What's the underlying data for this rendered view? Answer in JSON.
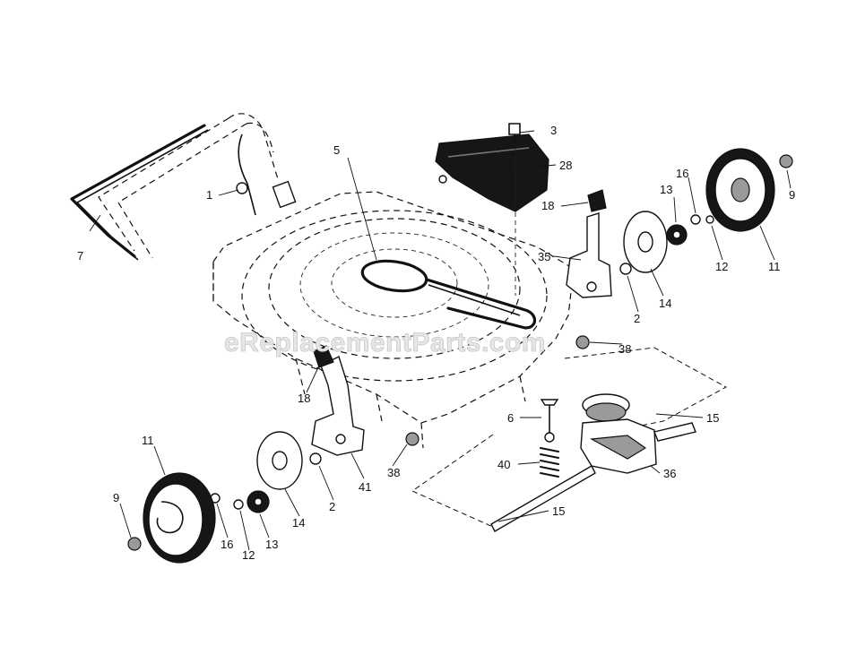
{
  "watermark": "eReplacementParts.com",
  "part_labels": [
    {
      "id": "cable-1",
      "text": "1"
    },
    {
      "id": "bolt-3",
      "text": "3"
    },
    {
      "id": "belt-5",
      "text": "5"
    },
    {
      "id": "bracket-handle-7",
      "text": "7"
    },
    {
      "id": "cover-28",
      "text": "28"
    },
    {
      "id": "knob-18-top",
      "text": "18"
    },
    {
      "id": "bracket-35",
      "text": "35"
    },
    {
      "id": "gear-13-right",
      "text": "13"
    },
    {
      "id": "washer-16-right",
      "text": "16"
    },
    {
      "id": "nut-9-right",
      "text": "9"
    },
    {
      "id": "washer-12-right",
      "text": "12"
    },
    {
      "id": "wheel-11-right",
      "text": "11"
    },
    {
      "id": "hubcap-14-right",
      "text": "14"
    },
    {
      "id": "washer-2-right",
      "text": "2"
    },
    {
      "id": "nut-38-right",
      "text": "38"
    },
    {
      "id": "knob-18-left",
      "text": "18"
    },
    {
      "id": "screw-6",
      "text": "6"
    },
    {
      "id": "axle-15-right",
      "text": "15"
    },
    {
      "id": "spring-40",
      "text": "40"
    },
    {
      "id": "transmission-36",
      "text": "36"
    },
    {
      "id": "axle-15-bottom",
      "text": "15"
    },
    {
      "id": "wheel-11-left",
      "text": "11"
    },
    {
      "id": "bracket-41",
      "text": "41"
    },
    {
      "id": "nut-38-left",
      "text": "38"
    },
    {
      "id": "nut-9-left",
      "text": "9"
    },
    {
      "id": "washer-2-left",
      "text": "2"
    },
    {
      "id": "hubcap-14-left",
      "text": "14"
    },
    {
      "id": "washer-16-left",
      "text": "16"
    },
    {
      "id": "washer-12-left",
      "text": "12"
    },
    {
      "id": "gear-13-left",
      "text": "13"
    }
  ]
}
